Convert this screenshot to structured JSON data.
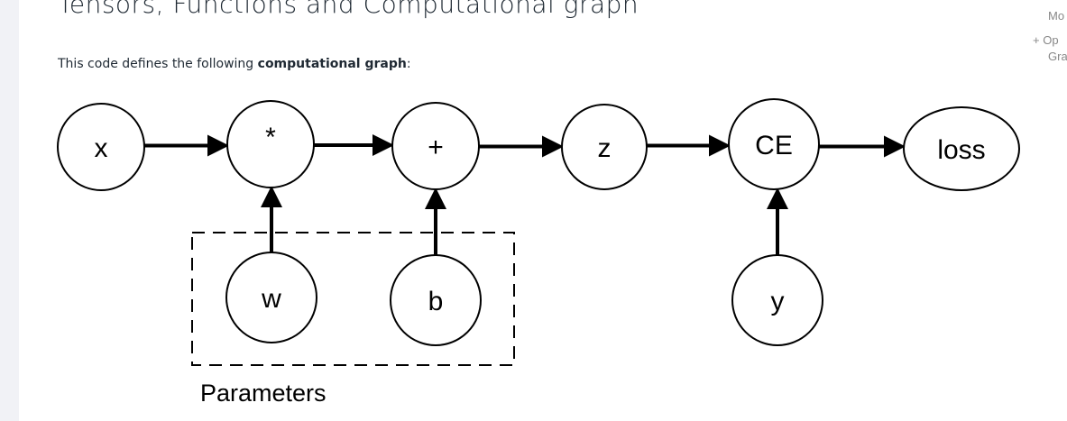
{
  "page": {
    "title": "Tensors, Functions and Computational graph",
    "intro_text": "This code defines the following ",
    "intro_bold": "computational graph",
    "intro_suffix": ":"
  },
  "toc": {
    "items": [
      {
        "label": "Mo"
      },
      {
        "prefix": "+",
        "label": "Op",
        "continuation": "Gra"
      }
    ]
  },
  "diagram": {
    "nodes": [
      {
        "id": "x",
        "label": "x",
        "shape": "circle"
      },
      {
        "id": "mul",
        "label": "*",
        "shape": "circle"
      },
      {
        "id": "add",
        "label": "+",
        "shape": "circle"
      },
      {
        "id": "z",
        "label": "z",
        "shape": "circle"
      },
      {
        "id": "ce",
        "label": "CE",
        "shape": "circle"
      },
      {
        "id": "loss",
        "label": "loss",
        "shape": "ellipse"
      },
      {
        "id": "w",
        "label": "w",
        "shape": "circle"
      },
      {
        "id": "b",
        "label": "b",
        "shape": "circle"
      },
      {
        "id": "y",
        "label": "y",
        "shape": "circle"
      }
    ],
    "edges": [
      {
        "from": "x",
        "to": "mul"
      },
      {
        "from": "mul",
        "to": "add"
      },
      {
        "from": "add",
        "to": "z"
      },
      {
        "from": "z",
        "to": "ce"
      },
      {
        "from": "ce",
        "to": "loss"
      },
      {
        "from": "w",
        "to": "mul"
      },
      {
        "from": "b",
        "to": "add"
      },
      {
        "from": "y",
        "to": "ce"
      }
    ],
    "groups": [
      {
        "label": "Parameters",
        "members": [
          "w",
          "b"
        ],
        "style": "dashed"
      }
    ],
    "colors": {
      "stroke": "#000000",
      "fill": "#ffffff"
    }
  }
}
